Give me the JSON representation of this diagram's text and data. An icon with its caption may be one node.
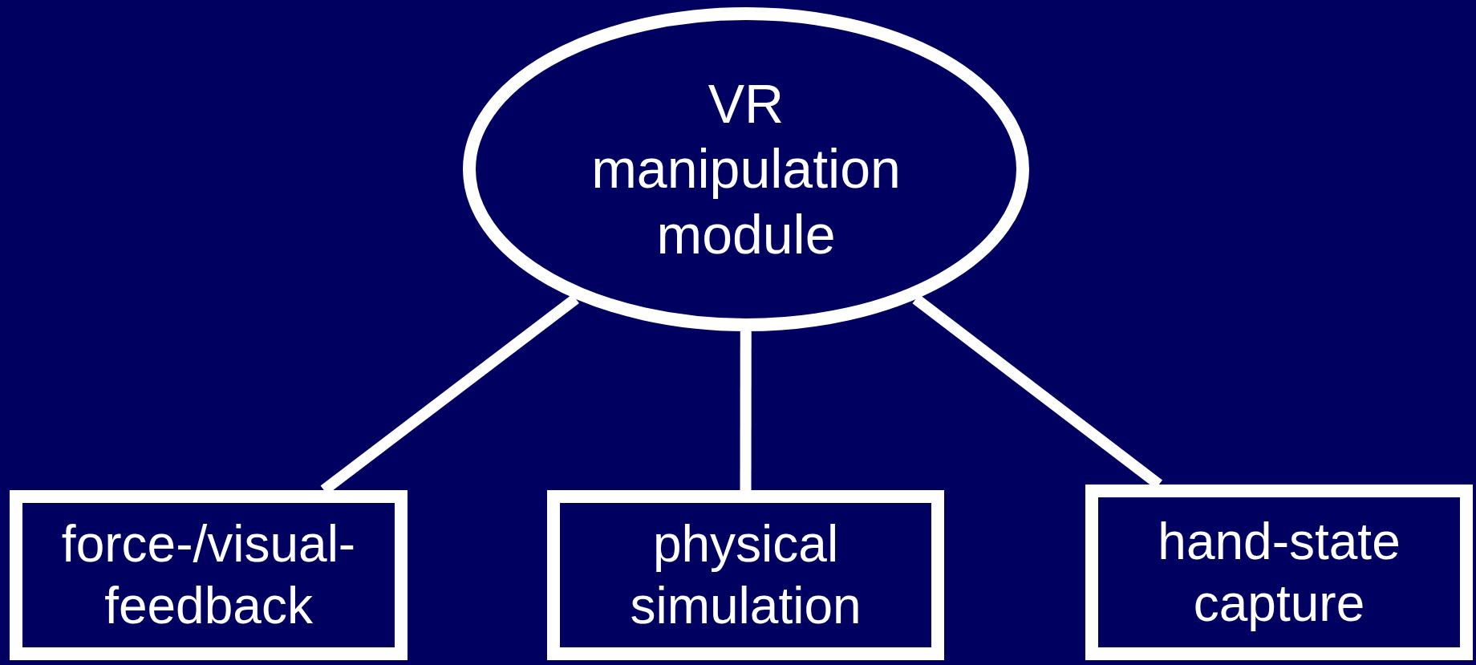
{
  "diagram": {
    "nodes": [
      {
        "text": [
          "VR manipulation module"
        ]
      },
      {
        "text": [
          "force-/visual-feedback"
        ]
      },
      {
        "text": [
          "physical simulation"
        ]
      },
      {
        "text": [
          "hand-state capture"
        ]
      }
    ],
    "edges": [
      {
        "from": 0,
        "to": 1,
        "arrow": "none"
      },
      {
        "from": 0,
        "to": 2,
        "arrow": "none"
      },
      {
        "from": 0,
        "to": 3,
        "arrow": "none"
      }
    ]
  }
}
